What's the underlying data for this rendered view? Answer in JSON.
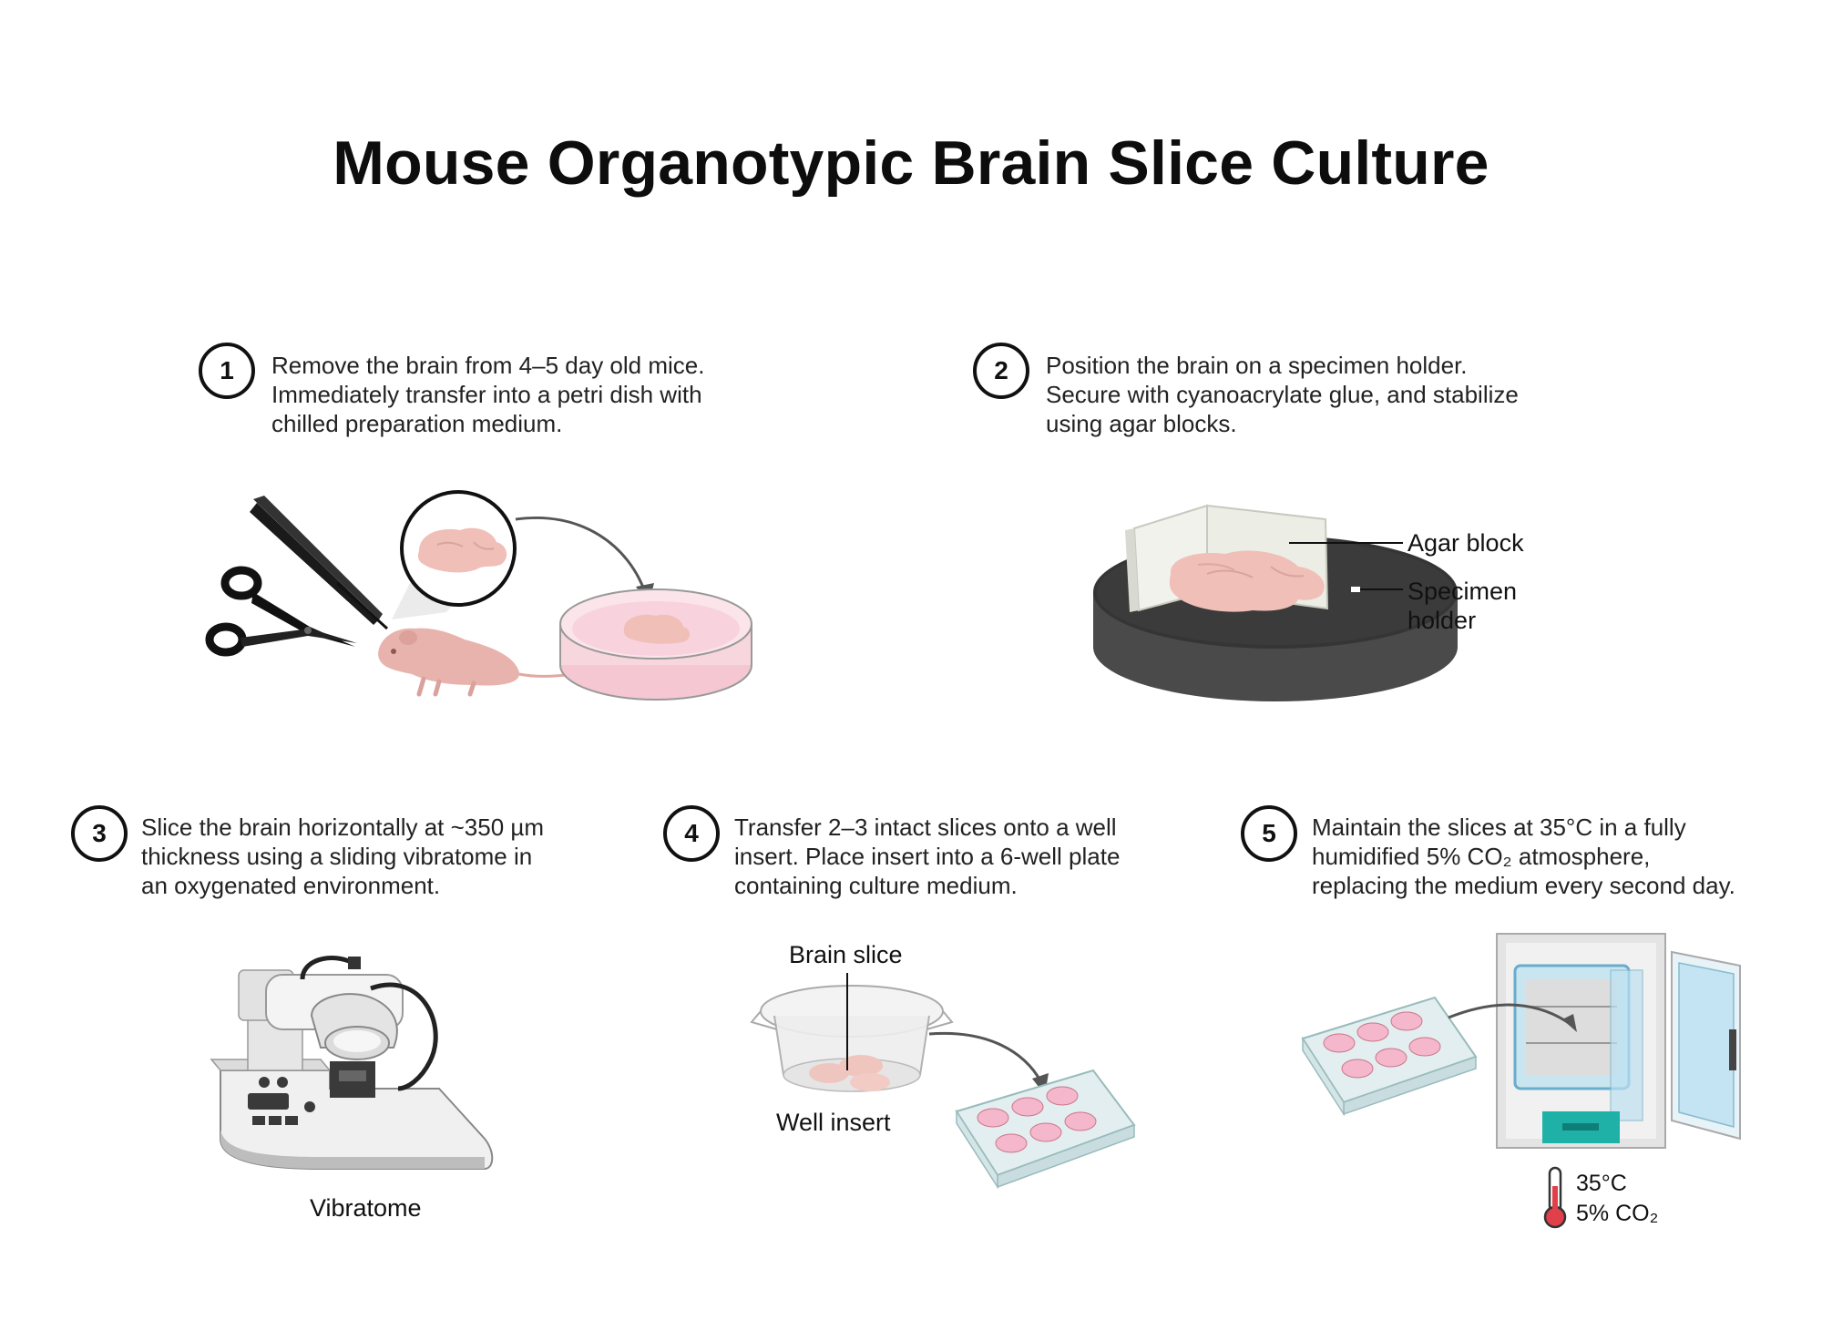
{
  "title": "Mouse Organotypic Brain Slice Culture",
  "steps": [
    {
      "number": "1",
      "lines": [
        "Remove the brain from 4–5 day old mice.",
        "Immediately transfer into a petri dish with",
        "chilled preparation medium."
      ]
    },
    {
      "number": "2",
      "lines": [
        "Position the brain on a specimen holder.",
        "Secure with cyanoacrylate glue, and stabilize",
        "using agar blocks."
      ]
    },
    {
      "number": "3",
      "lines": [
        "Slice the brain horizontally at ~350 µm",
        "thickness using a sliding vibratome in",
        "an oxygenated environment."
      ]
    },
    {
      "number": "4",
      "lines": [
        "Transfer 2–3 intact slices onto a well",
        "insert. Place insert into a 6-well plate",
        "containing culture medium."
      ]
    },
    {
      "number": "5",
      "lines": [
        "Maintain the slices at 35°C in a fully",
        "humidified 5% CO₂ atmosphere,",
        "replacing the medium every second day."
      ]
    }
  ],
  "labels": {
    "agar_block": "Agar block",
    "specimen_holder": [
      "Specimen",
      "holder"
    ],
    "vibratome": "Vibratome",
    "brain_slice": "Brain slice",
    "well_insert": "Well insert",
    "temperature": "35°C",
    "co2": "5% CO₂"
  },
  "colors": {
    "pink_skin": "#e8b3ad",
    "brain": "#efbfb8",
    "medium": "#f6c6d6",
    "holder": "#4a4a4a",
    "incubator_panel": "#1fb0a8",
    "thermometer_red": "#e0404a"
  },
  "icons": [
    "forceps-icon",
    "scissors-icon",
    "mouse-pup-icon",
    "petri-dish-icon",
    "specimen-holder-icon",
    "vibratome-icon",
    "well-insert-icon",
    "six-well-plate-icon",
    "incubator-icon",
    "thermometer-icon"
  ]
}
